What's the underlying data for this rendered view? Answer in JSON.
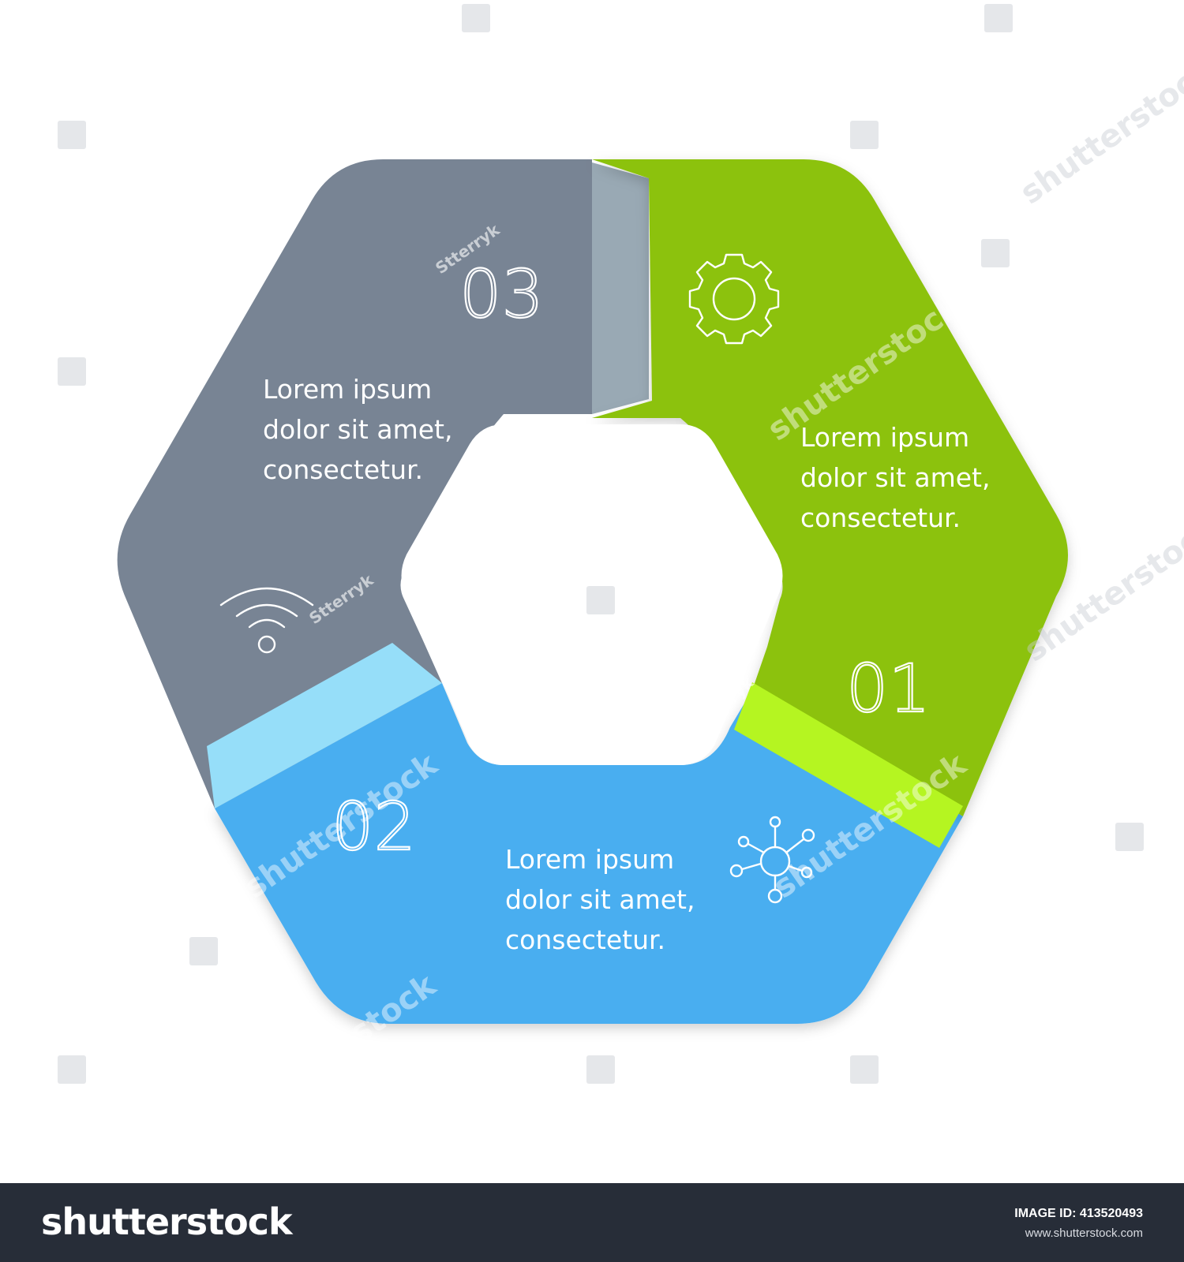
{
  "diagram": {
    "colors": {
      "green": "#8cc20f",
      "green_flap": "#b5f521",
      "blue": "#49aef0",
      "blue_flap": "#96def9",
      "gray": "#788494",
      "gray_flap": "#99a9b4",
      "background": "#ffffff"
    },
    "segments": [
      {
        "number": "01",
        "icon": "gear-icon",
        "lines": [
          "Lorem ipsum",
          "dolor sit amet,",
          "consectetur."
        ]
      },
      {
        "number": "02",
        "icon": "network-icon",
        "lines": [
          "Lorem ipsum",
          "dolor sit amet,",
          "consectetur."
        ]
      },
      {
        "number": "03",
        "icon": "wifi-icon",
        "lines": [
          "Lorem ipsum",
          "dolor sit amet,",
          "consectetur."
        ]
      }
    ]
  },
  "watermark": {
    "text": "shutterstock",
    "author": "Stterryk"
  },
  "footer": {
    "logo": "shutterstock",
    "image_id_label": "IMAGE ID: 413520493",
    "url": "www.shutterstock.com"
  }
}
